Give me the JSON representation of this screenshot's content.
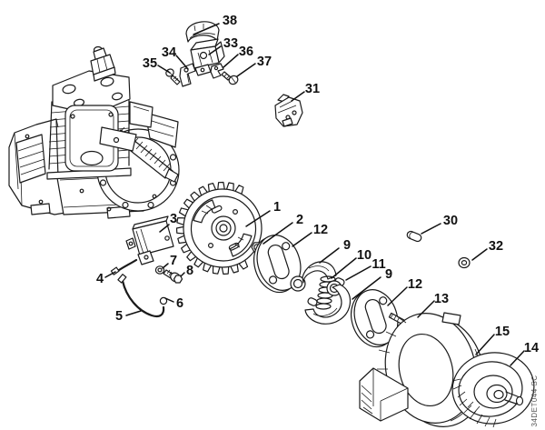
{
  "figure": {
    "code": "34DET044 SC",
    "background": "#ffffff",
    "line_color": "#1a1a1a",
    "label_color": "#111111"
  },
  "callouts": {
    "n1": "1",
    "n2": "2",
    "n3": "3",
    "n4": "4",
    "n5": "5",
    "n6": "6",
    "n7": "7",
    "n8": "8",
    "n9a": "9",
    "n9b": "9",
    "n10": "10",
    "n11": "11",
    "n12a": "12",
    "n12b": "12",
    "n13": "13",
    "n14": "14",
    "n15": "15",
    "n30": "30",
    "n31": "31",
    "n32": "32",
    "n33": "33",
    "n34": "34",
    "n35": "35",
    "n36": "36",
    "n37": "37",
    "n38": "38"
  }
}
